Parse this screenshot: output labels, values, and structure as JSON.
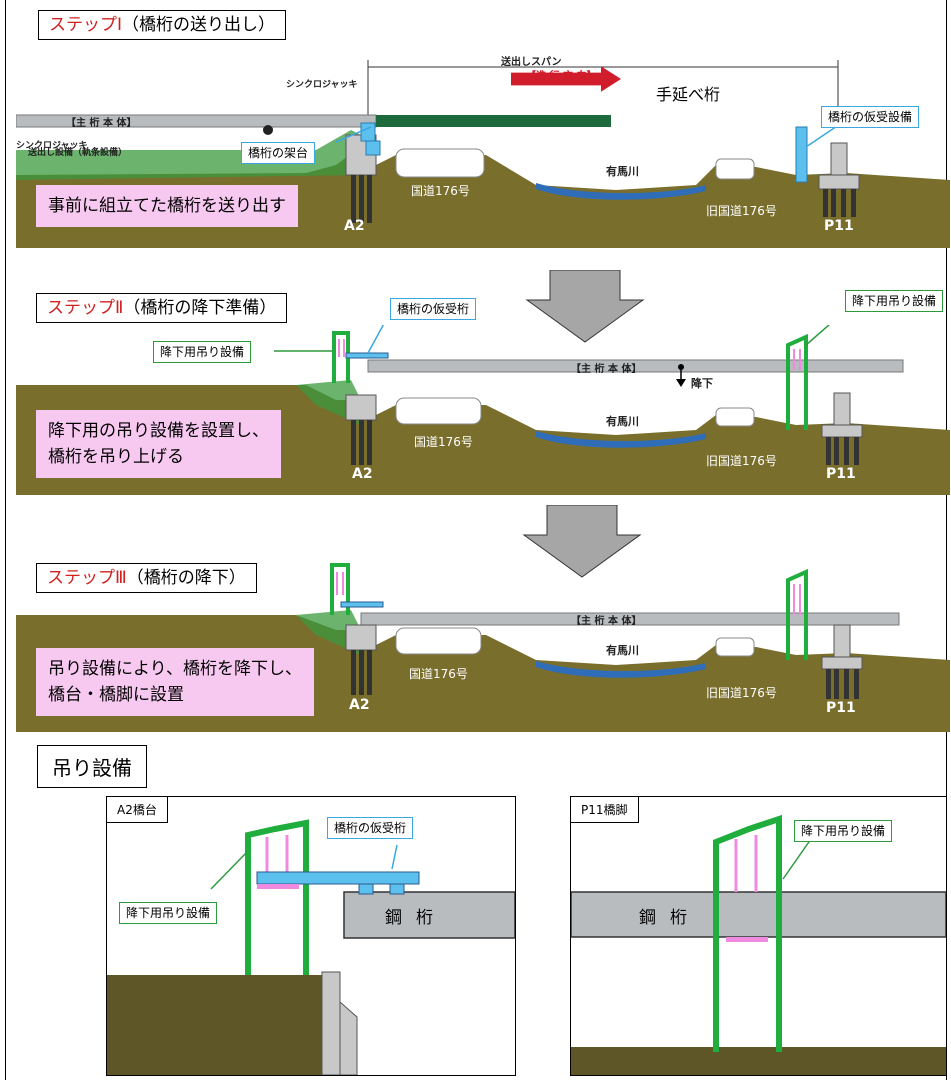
{
  "step1": {
    "title_prefix": "ステップⅠ",
    "title_suffix": "（橋桁の送り出し）",
    "span_label": "送出しスパン",
    "direction_label": "【進 行 方 向】",
    "main_girder_label": "【主 桁 本 体】",
    "synchro_jack_top": "シンクロジャッキ",
    "synchro_jack_bottom": "シンクロジャッキ",
    "launch_equipment": "送出し設備（軌条設備）",
    "nose_girder": "手延べ桁",
    "temp_support": "橋桁の仮受設備",
    "launch_stand": "橋桁の架台",
    "description": "事前に組立てた橋桁を送り出す",
    "route_label": "国道176号",
    "river_label": "有馬川",
    "old_route_label": "旧国道176号",
    "abutment": "A2",
    "pier": "P11"
  },
  "step2": {
    "title_prefix": "ステップⅡ",
    "title_suffix": "（橋桁の降下準備）",
    "temp_girder": "橋桁の仮受桁",
    "hoist_left": "降下用吊り設備",
    "hoist_right": "降下用吊り設備",
    "main_girder_label": "【主 桁 本 体】",
    "lower_label": "降下",
    "description_line1": "降下用の吊り設備を設置し、",
    "description_line2": "橋桁を吊り上げる",
    "route_label": "国道176号",
    "river_label": "有馬川",
    "old_route_label": "旧国道176号",
    "abutment": "A2",
    "pier": "P11"
  },
  "step3": {
    "title_prefix": "ステップⅢ",
    "title_suffix": "（橋桁の降下）",
    "main_girder_label": "【主 桁 本 体】",
    "description_line1": "吊り設備により、橋桁を降下し、",
    "description_line2": "橋台・橋脚に設置",
    "route_label": "国道176号",
    "river_label": "有馬川",
    "old_route_label": "旧国道176号",
    "abutment": "A2",
    "pier": "P11"
  },
  "detail": {
    "section_title": "吊り設備",
    "a2": {
      "tag": "A2橋台",
      "temp_girder": "橋桁の仮受桁",
      "hoist": "降下用吊り設備",
      "steel_girder": "鋼桁"
    },
    "p11": {
      "tag": "P11橋脚",
      "hoist": "降下用吊り設備",
      "steel_girder": "鋼桁"
    }
  },
  "colors": {
    "ground": "#7a6e2c",
    "girder": "#b9bcbf",
    "hoist_green": "#1fae3d",
    "blue": "#5cc0ee",
    "pink_box": "#f7c8f0",
    "title_red": "#d02020",
    "arrow_gray": "#a6a6a6"
  }
}
